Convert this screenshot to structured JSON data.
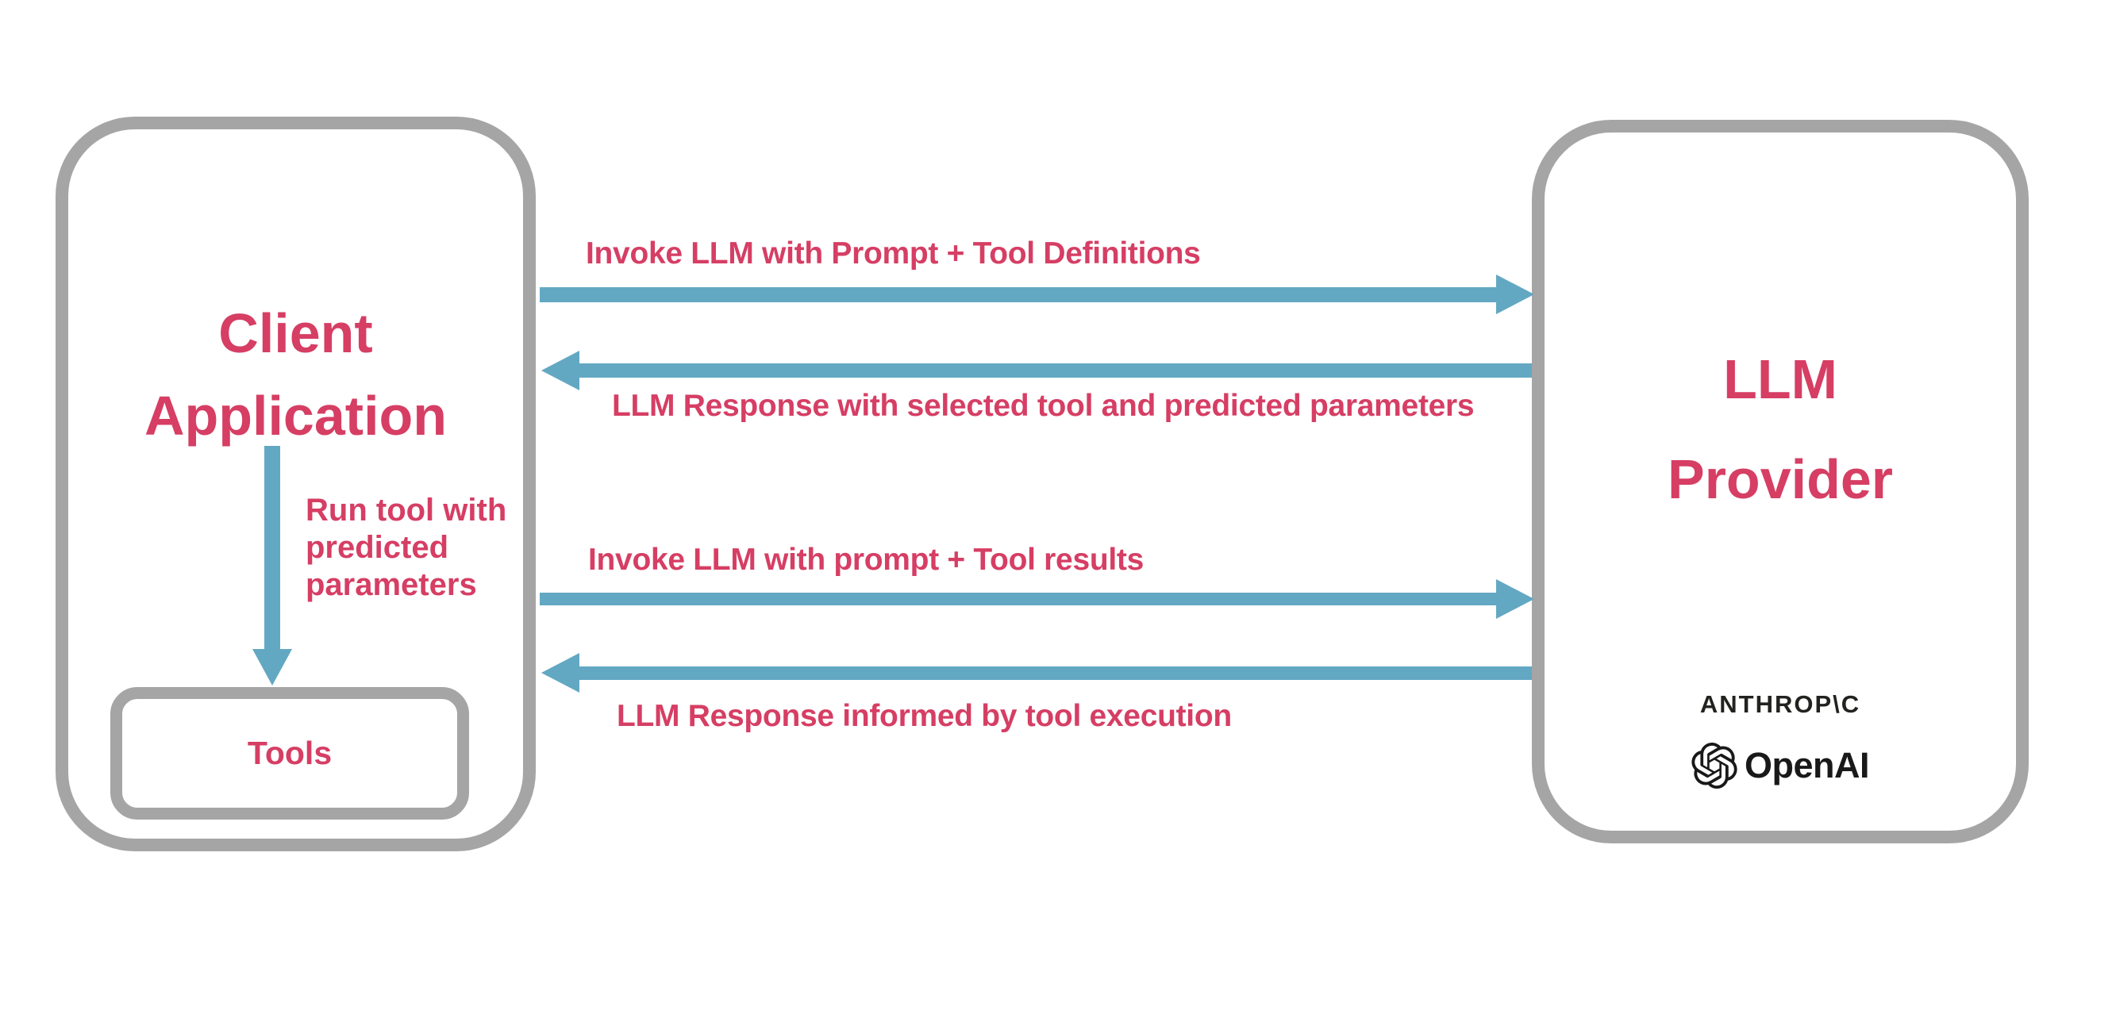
{
  "diagram": {
    "client_box": {
      "title_lines": [
        "Client",
        "Application"
      ],
      "tools_box_label": "Tools",
      "run_tool_label_lines": [
        "Run tool with",
        "predicted",
        "parameters"
      ]
    },
    "provider_box": {
      "title_lines": [
        "LLM",
        "Provider"
      ],
      "logos": {
        "anthropic_wordmark": "ANTHROP\\C",
        "openai_wordmark": "OpenAI"
      }
    },
    "arrows": [
      {
        "label": "Invoke LLM with Prompt + Tool Definitions",
        "direction": "right",
        "from": "Client Application",
        "to": "LLM Provider"
      },
      {
        "label": "LLM Response with selected tool and predicted parameters",
        "direction": "left",
        "from": "LLM Provider",
        "to": "Client Application"
      },
      {
        "label": "Invoke LLM with prompt + Tool results",
        "direction": "right",
        "from": "Client Application",
        "to": "LLM Provider"
      },
      {
        "label": "LLM Response informed by tool execution",
        "direction": "left",
        "from": "LLM Provider",
        "to": "Client Application"
      },
      {
        "label": "Run tool with predicted parameters",
        "direction": "down",
        "from": "Client Application",
        "to": "Tools"
      }
    ],
    "colors": {
      "accent_pink": "#d63e64",
      "arrow_blue": "#63a8c3",
      "border_gray": "#a5a5a5",
      "logo_black": "#1f1f1d",
      "background": "#ffffff"
    }
  }
}
